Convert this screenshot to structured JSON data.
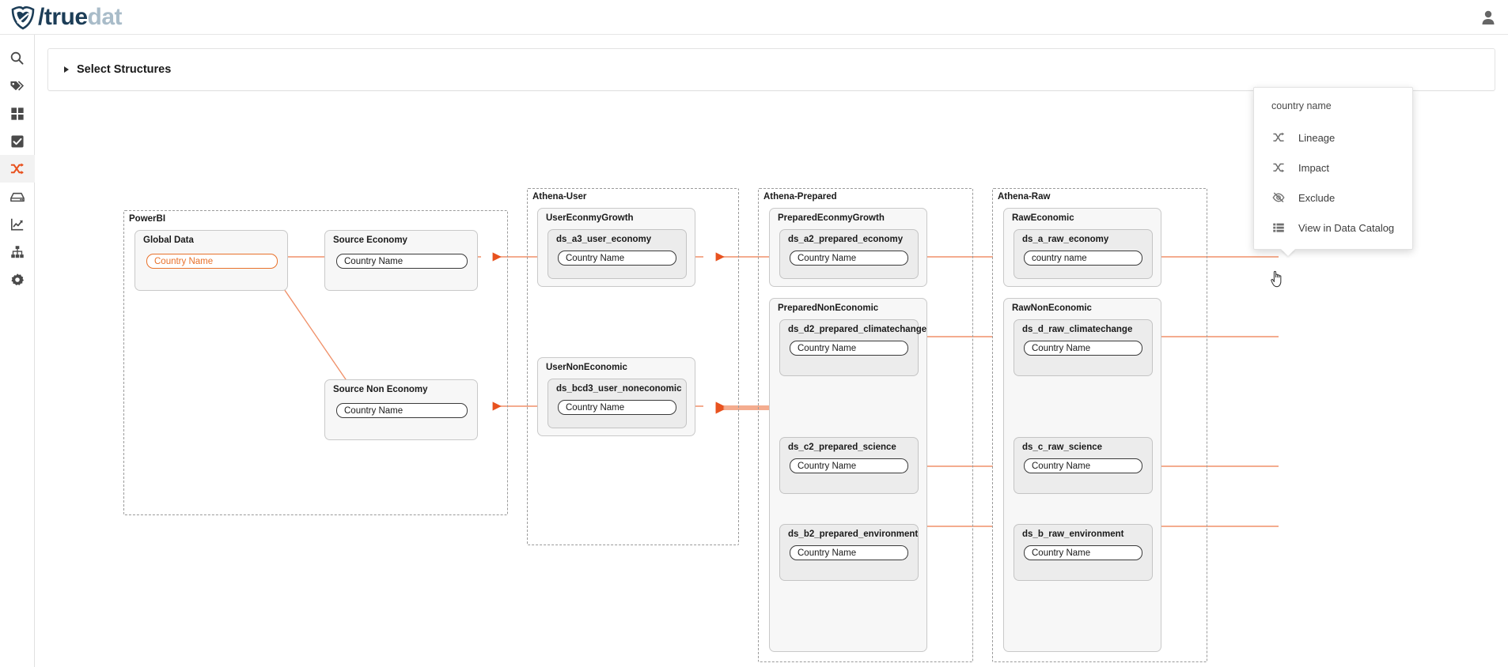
{
  "app": {
    "brand_slash": "/",
    "brand_primary": "true",
    "brand_secondary": "dat",
    "accent_color": "#e8712a",
    "brand_color": "#1c3d57"
  },
  "topbar": {
    "user_icon": "user-icon"
  },
  "sidebar": {
    "items": [
      {
        "icon": "search-icon",
        "label": "Search",
        "active": false
      },
      {
        "icon": "tag-icon",
        "label": "Tags",
        "active": false
      },
      {
        "icon": "grid-icon",
        "label": "Domains",
        "active": false
      },
      {
        "icon": "check-square-icon",
        "label": "Quality",
        "active": false
      },
      {
        "icon": "shuffle-icon",
        "label": "Lineage",
        "active": true
      },
      {
        "icon": "database-icon",
        "label": "Data Structures",
        "active": false
      },
      {
        "icon": "chart-line-icon",
        "label": "Metrics",
        "active": false
      },
      {
        "icon": "sitemap-icon",
        "label": "Hierarchy",
        "active": false
      },
      {
        "icon": "gear-icon",
        "label": "Settings",
        "active": false
      }
    ]
  },
  "panel": {
    "title": "Select Structures",
    "expanded": false
  },
  "context_menu": {
    "title": "country name",
    "items": [
      {
        "label": "Lineage",
        "icon": "lineage-icon"
      },
      {
        "label": "Impact",
        "icon": "impact-icon"
      },
      {
        "label": "Exclude",
        "icon": "eye-slash-icon"
      },
      {
        "label": "View in Data Catalog",
        "icon": "list-icon"
      }
    ]
  },
  "graph": {
    "groups": [
      {
        "id": "powerbi",
        "label": "PowerBI",
        "nodes": [
          {
            "id": "global-data",
            "label": "Global Data",
            "field": "Country Name",
            "highlight": true
          },
          {
            "id": "source-economy",
            "label": "Source Economy",
            "field": "Country Name",
            "highlight": false
          },
          {
            "id": "source-non-economy",
            "label": "Source Non Economy",
            "field": "Country Name",
            "highlight": false
          }
        ]
      },
      {
        "id": "athena-user",
        "label": "Athena-User",
        "nodes": [
          {
            "id": "user-economy-growth",
            "label": "UserEconmyGrowth",
            "dataset": "ds_a3_user_economy",
            "field": "Country Name",
            "highlight": false
          },
          {
            "id": "user-non-economic",
            "label": "UserNonEconomic",
            "dataset": "ds_bcd3_user_noneconomic",
            "field": "Country Name",
            "highlight": false
          }
        ]
      },
      {
        "id": "athena-prepared",
        "label": "Athena-Prepared",
        "nodes": [
          {
            "id": "prepared-economy-growth",
            "label": "PreparedEconmyGrowth",
            "dataset": "ds_a2_prepared_economy",
            "field": "Country Name",
            "highlight": false
          },
          {
            "id": "prepared-non-economic",
            "label": "PreparedNonEconomic",
            "datasets": [
              {
                "name": "ds_d2_prepared_climatechange",
                "field": "Country Name"
              },
              {
                "name": "ds_c2_prepared_science",
                "field": "Country Name"
              },
              {
                "name": "ds_b2_prepared_environment",
                "field": "Country Name"
              }
            ]
          }
        ]
      },
      {
        "id": "athena-raw",
        "label": "Athena-Raw",
        "nodes": [
          {
            "id": "raw-economic",
            "label": "RawEconomic",
            "dataset": "ds_a_raw_economy",
            "field": "country name",
            "highlight": false
          },
          {
            "id": "raw-non-economic",
            "label": "RawNonEconomic",
            "datasets": [
              {
                "name": "ds_d_raw_climatechange",
                "field": "Country Name"
              },
              {
                "name": "ds_c_raw_science",
                "field": "Country Name"
              },
              {
                "name": "ds_b_raw_environment",
                "field": "Country Name"
              }
            ]
          }
        ]
      }
    ]
  }
}
